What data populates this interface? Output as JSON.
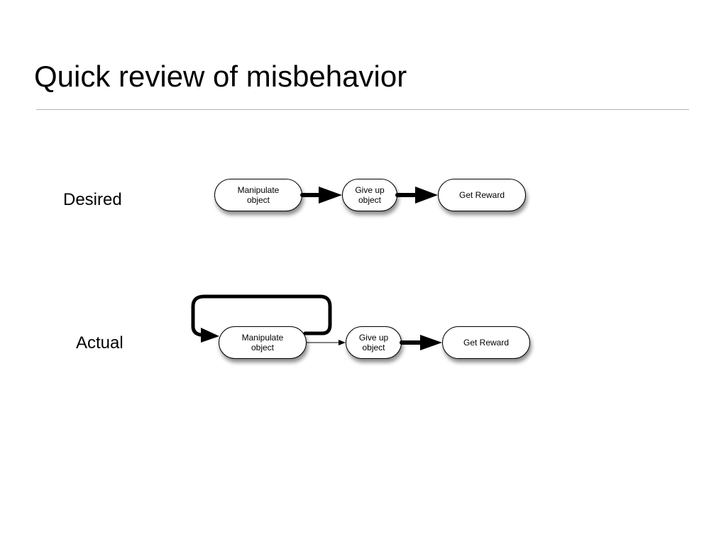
{
  "title": "Quick review of misbehavior",
  "rows": {
    "desired": {
      "label": "Desired",
      "nodes": [
        "Manipulate\nobject",
        "Give up\nobject",
        "Get Reward"
      ]
    },
    "actual": {
      "label": "Actual",
      "nodes": [
        "Manipulate\nobject",
        "Give up\nobject",
        "Get Reward"
      ]
    }
  },
  "colors": {
    "text": "#000000",
    "background": "#ffffff",
    "rule": "#b4b4b4"
  }
}
